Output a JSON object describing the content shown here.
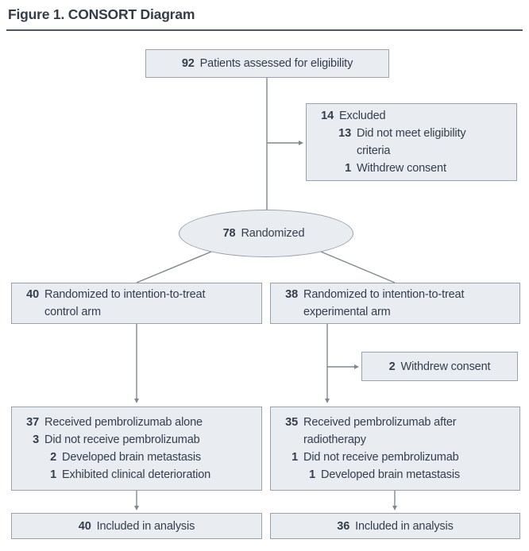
{
  "title": "Figure 1. CONSORT Diagram",
  "colors": {
    "box_fill": "#e9edf2",
    "box_border": "#99a2ab",
    "text": "#343e4b",
    "connector": "#7f8890",
    "title_rule": "#4e5861"
  },
  "nodes": {
    "assessed": {
      "lines": [
        {
          "num": "92",
          "text": "Patients assessed for eligibility"
        }
      ]
    },
    "excluded": {
      "lines": [
        {
          "num": "14",
          "text": "Excluded"
        },
        {
          "num": "13",
          "text": "Did not meet eligibility criteria"
        },
        {
          "num": "1",
          "text": "Withdrew consent"
        }
      ]
    },
    "randomized": {
      "lines": [
        {
          "num": "78",
          "text": "Randomized"
        }
      ]
    },
    "control_arm": {
      "lines": [
        {
          "num": "40",
          "text": "Randomized to intention-to-treat control arm"
        }
      ]
    },
    "experimental_arm": {
      "lines": [
        {
          "num": "38",
          "text": "Randomized to intention-to-treat experimental arm"
        }
      ]
    },
    "withdrew": {
      "lines": [
        {
          "num": "2",
          "text": "Withdrew consent"
        }
      ]
    },
    "control_received": {
      "lines": [
        {
          "num": "37",
          "text": "Received pembrolizumab alone"
        },
        {
          "num": "3",
          "text": "Did not receive pembrolizumab"
        },
        {
          "num": "2",
          "text": "Developed brain metastasis"
        },
        {
          "num": "1",
          "text": "Exhibited clinical deterioration"
        }
      ]
    },
    "experimental_received": {
      "lines": [
        {
          "num": "35",
          "text": "Received pembrolizumab after radiotherapy"
        },
        {
          "num": "1",
          "text": "Did not receive pembrolizumab"
        },
        {
          "num": "1",
          "text": "Developed brain metastasis"
        }
      ]
    },
    "control_analysis": {
      "lines": [
        {
          "num": "40",
          "text": "Included in analysis"
        }
      ]
    },
    "experimental_analysis": {
      "lines": [
        {
          "num": "36",
          "text": "Included in analysis"
        }
      ]
    }
  }
}
